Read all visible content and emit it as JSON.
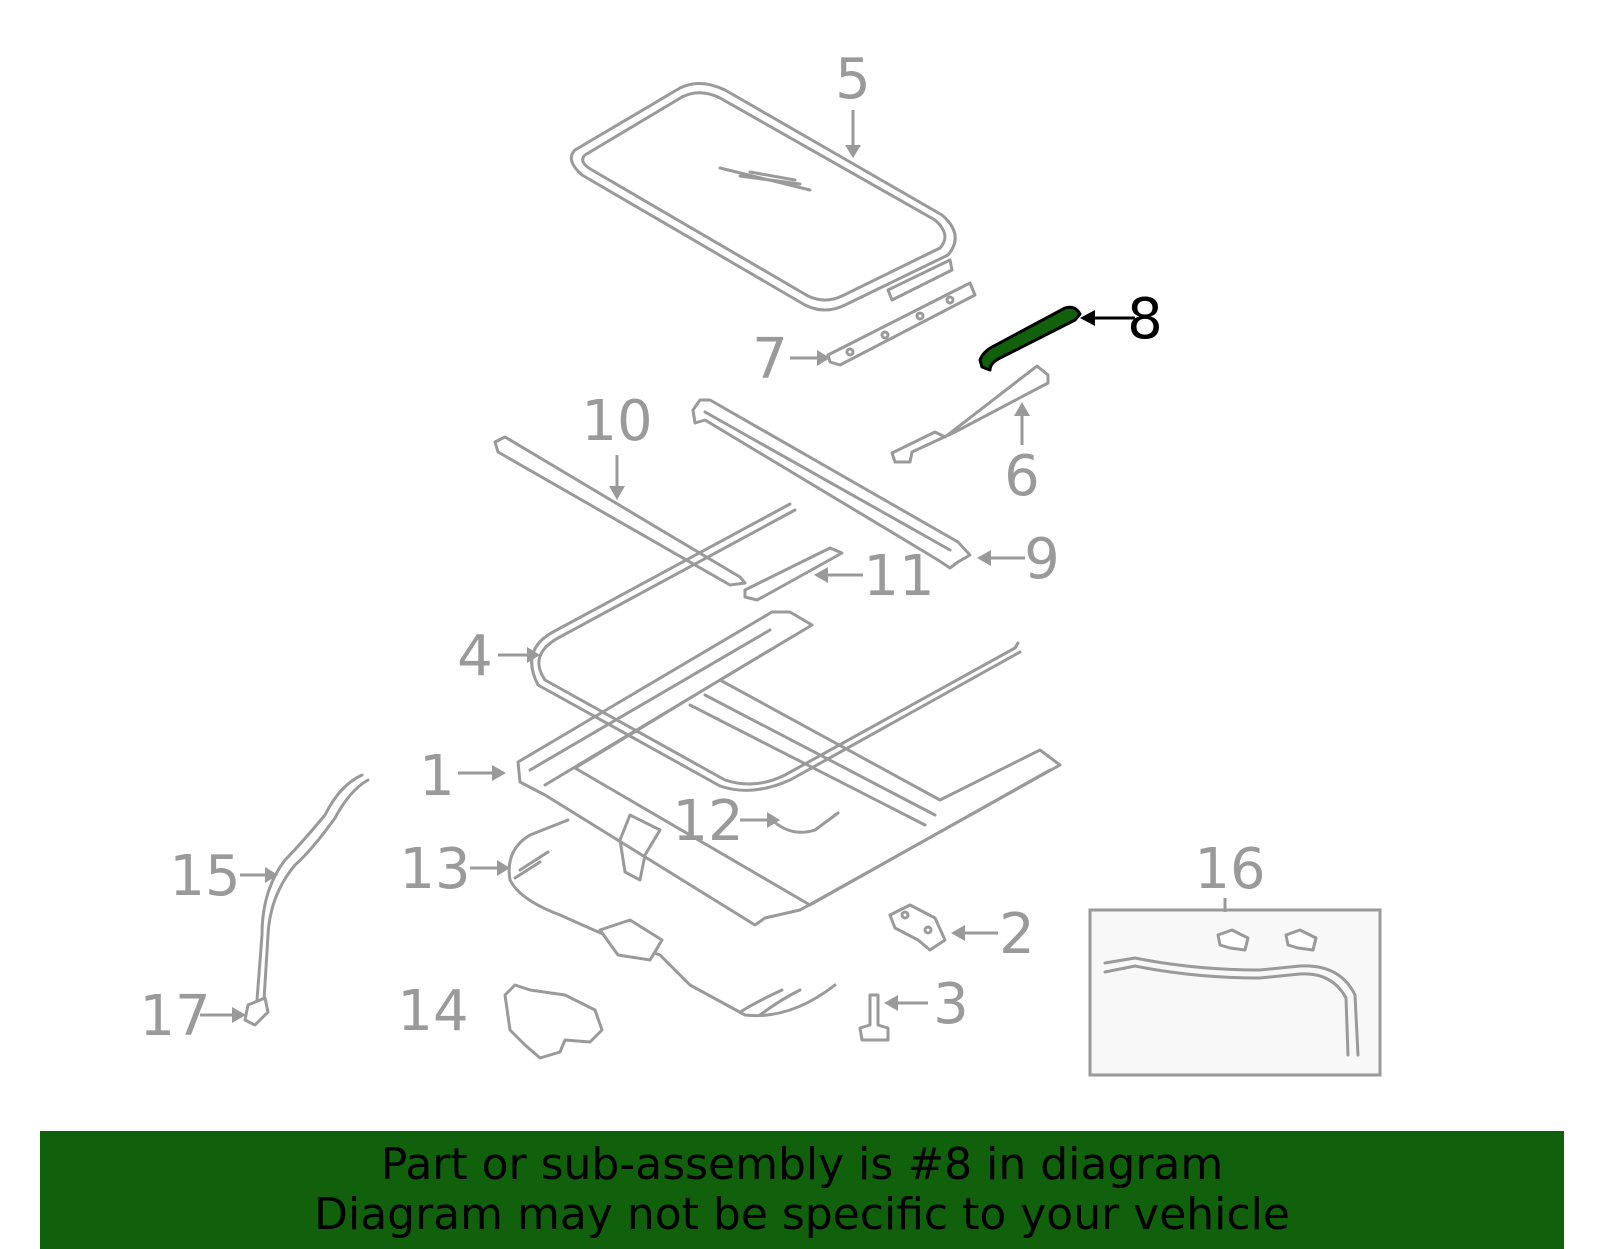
{
  "diagram": {
    "highlight_color": "#10600c",
    "highlighted_part": "8",
    "callouts": [
      {
        "id": "c5",
        "label": "5"
      },
      {
        "id": "c8",
        "label": "8"
      },
      {
        "id": "c7",
        "label": "7"
      },
      {
        "id": "c10",
        "label": "10"
      },
      {
        "id": "c6",
        "label": "6"
      },
      {
        "id": "c9",
        "label": "9"
      },
      {
        "id": "c11",
        "label": "11"
      },
      {
        "id": "c4",
        "label": "4"
      },
      {
        "id": "c1",
        "label": "1"
      },
      {
        "id": "c12",
        "label": "12"
      },
      {
        "id": "c15",
        "label": "15"
      },
      {
        "id": "c13",
        "label": "13"
      },
      {
        "id": "c16",
        "label": "16"
      },
      {
        "id": "c2",
        "label": "2"
      },
      {
        "id": "c3",
        "label": "3"
      },
      {
        "id": "c17",
        "label": "17"
      },
      {
        "id": "c14",
        "label": "14"
      }
    ]
  },
  "footer": {
    "line1": "Part or sub-assembly is #8 in diagram",
    "line2": "Diagram may not be specific to your vehicle",
    "background": "#10600c"
  }
}
